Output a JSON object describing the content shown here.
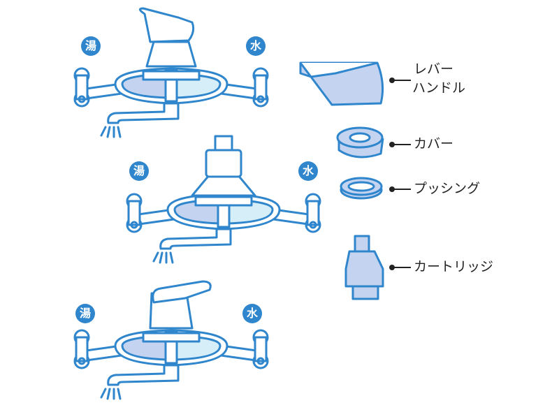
{
  "faucets": [
    {
      "hot_label": "湯",
      "cold_label": "水"
    },
    {
      "hot_label": "湯",
      "cold_label": "水"
    },
    {
      "hot_label": "湯",
      "cold_label": "水"
    }
  ],
  "parts": [
    {
      "label_line1": "レバー",
      "label_line2": "ハンドル"
    },
    {
      "label": "カバー"
    },
    {
      "label": "プッシング"
    },
    {
      "label": "カートリッジ"
    }
  ],
  "colors": {
    "stroke": "#2f86cc",
    "hot_fill": "#c4d3f0",
    "cold_fill": "#d6eef8",
    "badge": "#2f86cc"
  }
}
